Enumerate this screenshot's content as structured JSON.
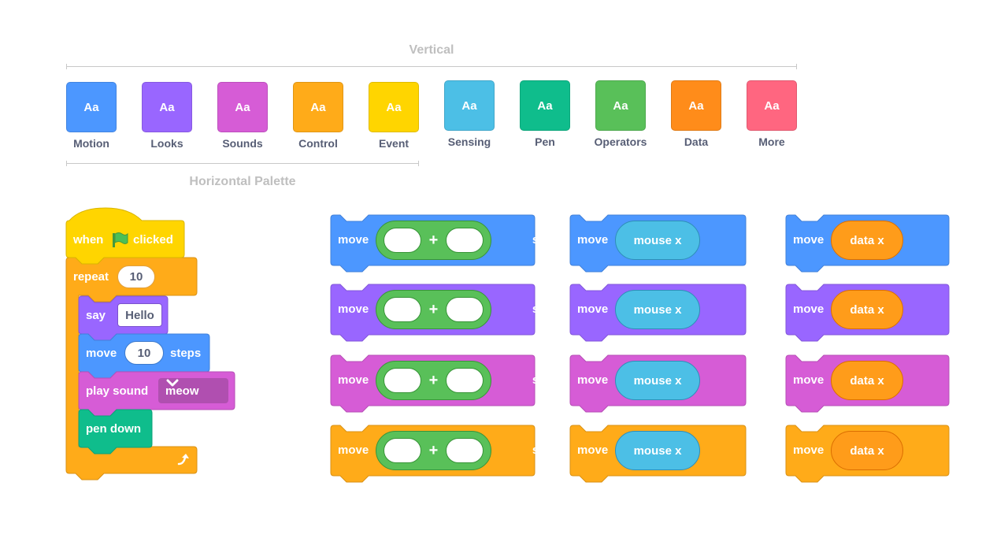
{
  "labels": {
    "vertical": "Vertical",
    "horizontal": "Horizontal Palette"
  },
  "categories": [
    {
      "swatch": "Aa",
      "label": "Motion",
      "color": "#4c97ff"
    },
    {
      "swatch": "Aa",
      "label": "Looks",
      "color": "#9966ff"
    },
    {
      "swatch": "Aa",
      "label": "Sounds",
      "color": "#d65cd6"
    },
    {
      "swatch": "Aa",
      "label": "Control",
      "color": "#ffab19"
    },
    {
      "swatch": "Aa",
      "label": "Event",
      "color": "#ffd500"
    },
    {
      "swatch": "Aa",
      "label": "Sensing",
      "color": "#4cbfe6"
    },
    {
      "swatch": "Aa",
      "label": "Pen",
      "color": "#0fbd8c"
    },
    {
      "swatch": "Aa",
      "label": "Operators",
      "color": "#59c059"
    },
    {
      "swatch": "Aa",
      "label": "Data",
      "color": "#ff8c1a"
    },
    {
      "swatch": "Aa",
      "label": "More",
      "color": "#ff6680"
    }
  ],
  "script": {
    "hat": {
      "before": "when",
      "icon": "green-flag-icon",
      "after": "clicked"
    },
    "repeat": {
      "label": "repeat",
      "value": "10"
    },
    "say": {
      "label": "say",
      "value": "Hello"
    },
    "move": {
      "label": "move",
      "value": "10",
      "suffix": "steps"
    },
    "sound": {
      "label": "play sound",
      "value": "meow"
    },
    "pen": {
      "label": "pen down"
    }
  },
  "grid": {
    "move_label": "move",
    "steps_label": "steps",
    "plus": "+",
    "sensing_value": "mouse x",
    "data_value": "data x",
    "row_colors": [
      "#4c97ff",
      "#9966ff",
      "#d65cd6",
      "#ffab19"
    ]
  },
  "colors": {
    "operators": "#59c059",
    "sensing": "#4cbfe6",
    "data": "#ff9c1a",
    "text_dark": "#575e75"
  }
}
